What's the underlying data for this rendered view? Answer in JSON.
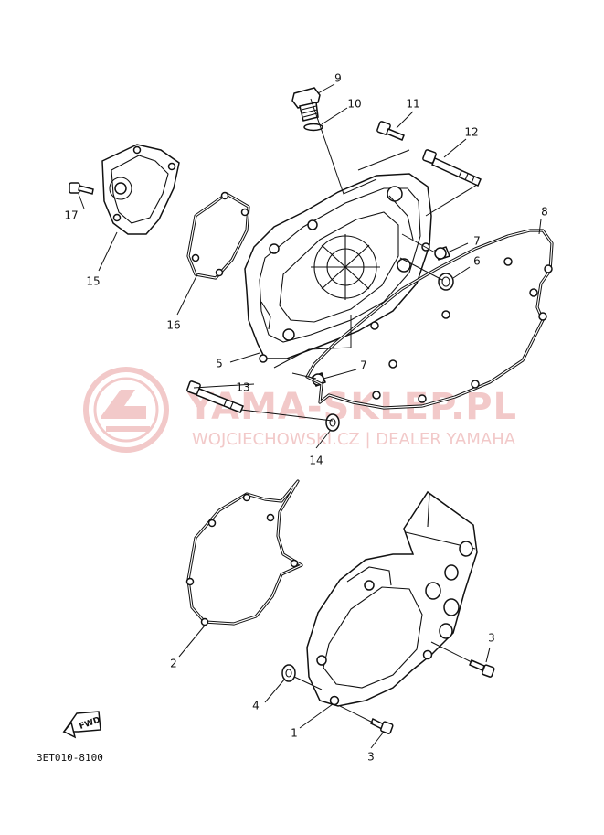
{
  "watermark": {
    "title": "YAMA-SKLEP.PL",
    "subtitle": "WOJCIECHOWSKI.CZ | DEALER YAMAHA"
  },
  "diagram_code": "3ET010-8100",
  "fwd_label": "FWD",
  "callouts": [
    {
      "id": "c9",
      "label": "9"
    },
    {
      "id": "c10",
      "label": "10"
    },
    {
      "id": "c11",
      "label": "11"
    },
    {
      "id": "c12",
      "label": "12"
    },
    {
      "id": "c8",
      "label": "8"
    },
    {
      "id": "c7a",
      "label": "7"
    },
    {
      "id": "c6",
      "label": "6"
    },
    {
      "id": "c17",
      "label": "17"
    },
    {
      "id": "c15",
      "label": "15"
    },
    {
      "id": "c16",
      "label": "16"
    },
    {
      "id": "c5",
      "label": "5"
    },
    {
      "id": "c7b",
      "label": "7"
    },
    {
      "id": "c13",
      "label": "13"
    },
    {
      "id": "c14",
      "label": "14"
    },
    {
      "id": "c2",
      "label": "2"
    },
    {
      "id": "c3a",
      "label": "3"
    },
    {
      "id": "c4",
      "label": "4"
    },
    {
      "id": "c1",
      "label": "1"
    },
    {
      "id": "c3b",
      "label": "3"
    }
  ],
  "colors": {
    "line": "#111111",
    "watermark": "#f2c9c9",
    "background": "#ffffff"
  }
}
